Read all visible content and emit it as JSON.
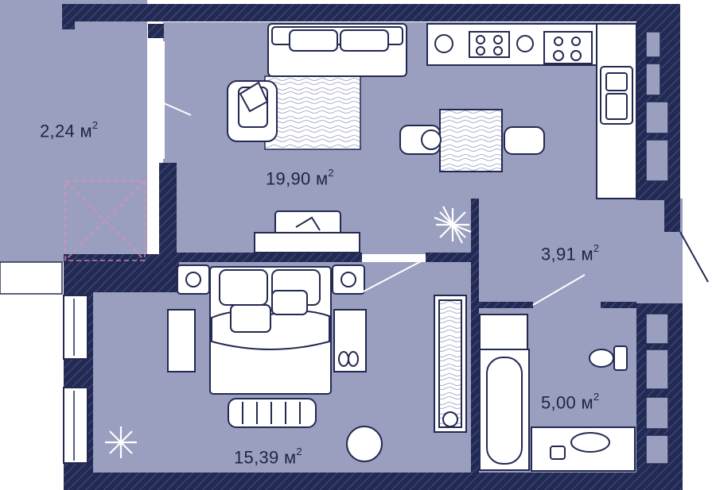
{
  "rooms": [
    {
      "id": "balcony",
      "area": "2,24",
      "unit": "м",
      "power": "2"
    },
    {
      "id": "living-kitchen",
      "area": "19,90",
      "unit": "м",
      "power": "2"
    },
    {
      "id": "hallway",
      "area": "3,91",
      "unit": "м",
      "power": "2"
    },
    {
      "id": "bathroom",
      "area": "5,00",
      "unit": "м",
      "power": "2"
    },
    {
      "id": "bedroom",
      "area": "15,39",
      "unit": "м",
      "power": "2"
    }
  ],
  "colors": {
    "floor": "#9a9fbf",
    "wall": "#232a52",
    "wall_hatch": "#3a4275",
    "furniture": "#ffffff",
    "outline": "#232a52",
    "balcony_floor": "#ffffff",
    "text": "#1f2540",
    "marker": "#e58fb0"
  }
}
